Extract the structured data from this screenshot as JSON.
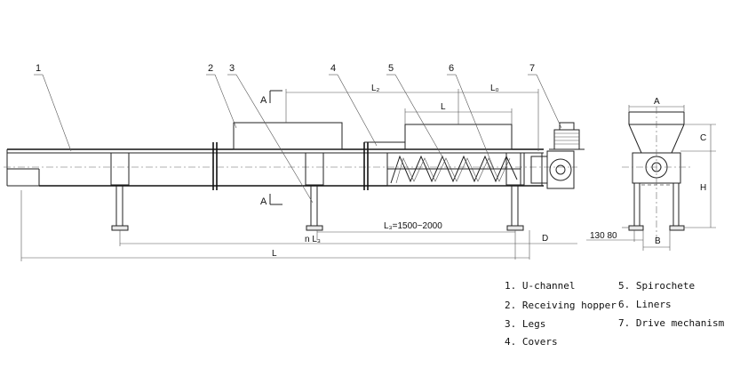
{
  "callouts": {
    "n1": "1",
    "n2": "2",
    "n3": "3",
    "n4": "4",
    "n5": "5",
    "n6": "6",
    "n7": "7"
  },
  "dims": {
    "l2": "L₂",
    "l0": "L₀",
    "l": "L",
    "l3_range": "L₃=1500~2000",
    "n_l3": "n  L₃",
    "l_total": "L",
    "d": "D",
    "a": "A",
    "c": "C",
    "h": "H",
    "b": "B",
    "side_offsets": "130  80"
  },
  "section_marks": {
    "a_top": "A",
    "a_bottom": "A"
  },
  "legend": [
    "1. U-channel",
    "2. Receiving hopper",
    "3. Legs",
    "4. Covers",
    "5. Spirochete",
    "6. Liners",
    "7. Drive mechanism"
  ]
}
